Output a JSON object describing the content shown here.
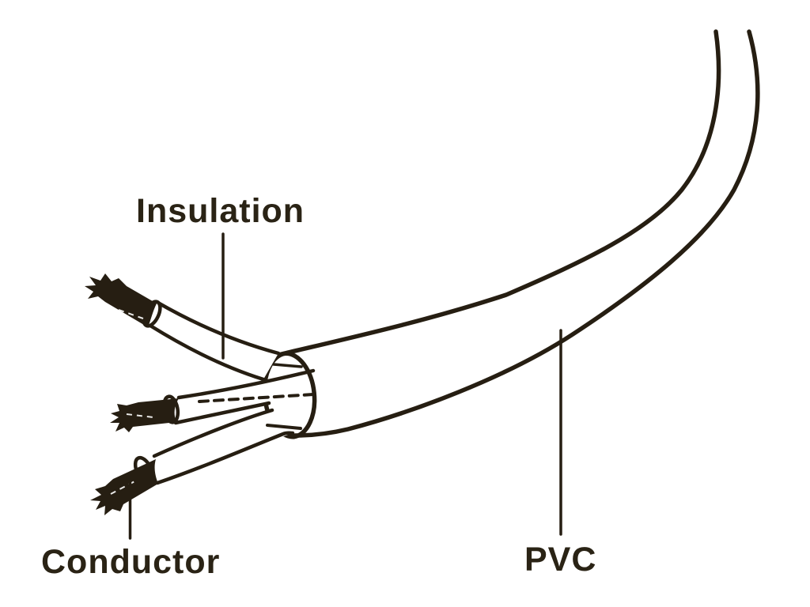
{
  "diagram": {
    "description": "Line-art diagram of an electrical cable with its PVC jacket stripped back, exposing three insulated wires whose bare stranded conductors protrude; three callout labels with vertical leader lines.",
    "ink_color": "#261e12",
    "background_color": "#ffffff",
    "labels": {
      "insulation": "Insulation",
      "conductor": "Conductor",
      "pvc": "PVC"
    }
  }
}
